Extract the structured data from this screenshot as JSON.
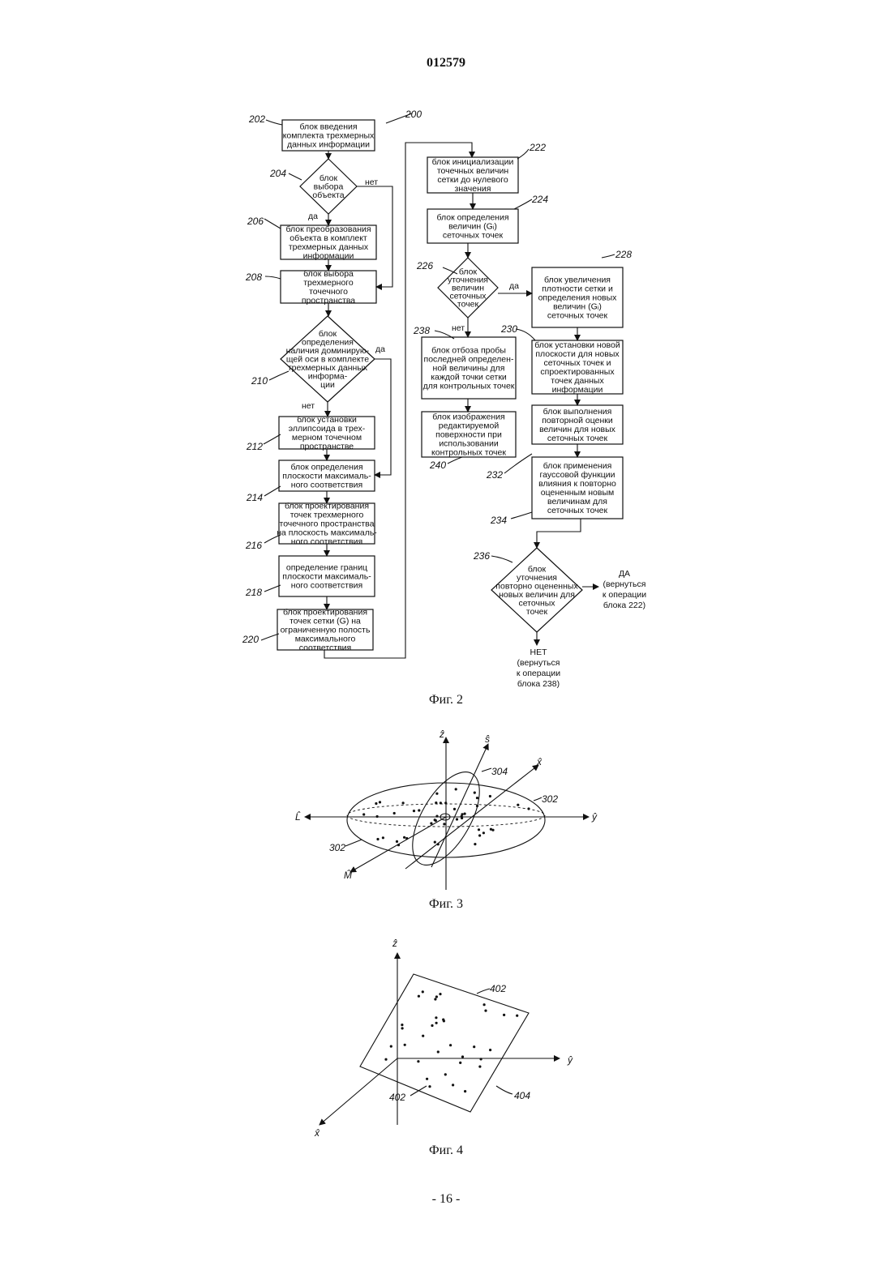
{
  "header": {
    "doc_number": "012579",
    "page_number": "- 16 -"
  },
  "fig2": {
    "caption": "Фиг. 2",
    "ref_main": "200",
    "blocks": [
      {
        "id": "202",
        "ref": "202",
        "lines": [
          "блок введения",
          "комплекта трехмерных",
          "данных информации"
        ]
      },
      {
        "id": "204",
        "ref": "204",
        "lines": [
          "блок",
          "выбора",
          "объекта"
        ]
      },
      {
        "id": "206",
        "ref": "206",
        "lines": [
          "блок преобразования",
          "объекта в комплект",
          "трехмерных данных",
          "информации"
        ]
      },
      {
        "id": "208",
        "ref": "208",
        "lines": [
          "блок выбора",
          "трехмерного",
          "точечного",
          "пространства"
        ]
      },
      {
        "id": "210",
        "ref": "210",
        "lines": [
          "блок",
          "определения",
          "наличия доминирую-",
          "щей оси в комплекте",
          "трехмерных данных",
          "информа-",
          "ции"
        ]
      },
      {
        "id": "212",
        "ref": "212",
        "lines": [
          "блок установки",
          "эллипсоида в трех-",
          "мерном точечном",
          "пространстве"
        ]
      },
      {
        "id": "214",
        "ref": "214",
        "lines": [
          "блок определения",
          "плоскости максималь-",
          "ного соответствия"
        ]
      },
      {
        "id": "216",
        "ref": "216",
        "lines": [
          "блок проектирования",
          "точек трехмерного",
          "точечного пространства",
          "на плоскость максималь-",
          "ного соответствия"
        ]
      },
      {
        "id": "218",
        "ref": "218",
        "lines": [
          "определение границ",
          "плоскости максималь-",
          "ного соответствия"
        ]
      },
      {
        "id": "220",
        "ref": "220",
        "lines": [
          "блок проектирования",
          "точек сетки (G) на",
          "ограниченную полость",
          "максимального",
          "соответствия"
        ]
      },
      {
        "id": "222",
        "ref": "222",
        "lines": [
          "блок инициализации",
          "точечных величин",
          "сетки до нулевого",
          "значения"
        ]
      },
      {
        "id": "224",
        "ref": "224",
        "lines": [
          "блок определения",
          "величин (Gᵢ)",
          "сеточных точек"
        ]
      },
      {
        "id": "226",
        "ref": "226",
        "lines": [
          "блок",
          "уточнения",
          "величин",
          "сеточных",
          "точек"
        ]
      },
      {
        "id": "228",
        "ref": "228",
        "lines": [
          "блок увеличения",
          "плотности сетки и",
          "определения новых",
          "величин (Gᵢ)",
          "сеточных точек"
        ]
      },
      {
        "id": "230",
        "ref": "230",
        "lines": [
          "блок установки новой",
          "плоскости для новых",
          "сеточных точек и",
          "спроектированных",
          "точек данных",
          "информации"
        ]
      },
      {
        "id": "232",
        "ref": "232",
        "lines": [
          "блок выполнения",
          "повторной оценки",
          "величин для новых",
          "сеточных точек"
        ]
      },
      {
        "id": "234",
        "ref": "234",
        "lines": [
          "блок применения",
          "гауссовой функции",
          "влияния к повторно",
          "оцененным новым",
          "величинам для",
          "сеточных точек"
        ]
      },
      {
        "id": "236",
        "ref": "236",
        "lines": [
          "блок",
          "уточнения",
          "повторно оцененных",
          "новых величин для",
          "сеточных",
          "точек"
        ]
      },
      {
        "id": "238",
        "ref": "238",
        "lines": [
          "блок отбоза пробы",
          "последней определен-",
          "ной величины для",
          "каждой точки сетки",
          "для контрольных точек"
        ]
      },
      {
        "id": "240",
        "ref": "240",
        "lines": [
          "блок изображения",
          "редактируемой",
          "поверхности при",
          "использовании",
          "контрольных точек"
        ]
      }
    ],
    "labels": {
      "no_204": "нет",
      "yes_204": "да",
      "yes_210": "да",
      "no_210": "нет",
      "yes_226": "да",
      "no_226": "нет",
      "yes_236": [
        "ДА",
        "(вернуться",
        "к операции",
        "блока 222)"
      ],
      "no_236": [
        "НЕТ",
        "(вернуться",
        "к операции",
        "блока 238)"
      ]
    }
  },
  "fig3": {
    "caption": "Фиг. 3",
    "axes": {
      "z": "ẑ",
      "s": "ŝ",
      "x": "x̂",
      "y": "ŷ",
      "L": "L̂",
      "M": "M̂"
    },
    "refs": {
      "r304": "304",
      "r302a": "302",
      "r302b": "302"
    }
  },
  "fig4": {
    "caption": "Фиг. 4",
    "axes": {
      "z": "ẑ",
      "y": "ŷ",
      "x": "x̂"
    },
    "refs": {
      "r402a": "402",
      "r402b": "402",
      "r404": "404"
    }
  }
}
